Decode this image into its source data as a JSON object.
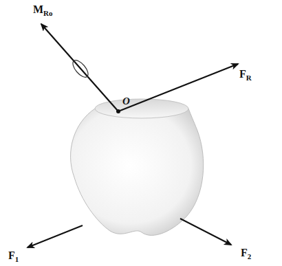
{
  "diagram": {
    "labels": [
      "MRo",
      "FR",
      "O",
      "F1",
      "F2"
    ]
  }
}
